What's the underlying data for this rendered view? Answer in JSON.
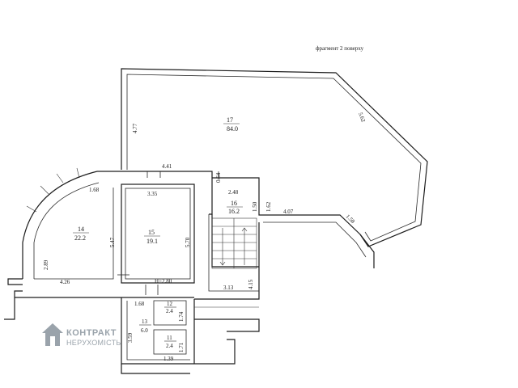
{
  "header": {
    "fragment_label": "фрагмент 2 поверху"
  },
  "watermark": {
    "brand": "КОНТРАКТ",
    "subtitle": "НЕРУХОМІСТЬ",
    "color": "#9aa3ab"
  },
  "rooms": [
    {
      "number": "17",
      "area": "84.0"
    },
    {
      "number": "14",
      "area": "22.2"
    },
    {
      "number": "15",
      "area": "19.1"
    },
    {
      "number": "16",
      "area": "16.2"
    },
    {
      "number": "12",
      "area": "2.4"
    },
    {
      "number": "13",
      "area": "6.0"
    },
    {
      "number": "11",
      "area": "2.4"
    }
  ],
  "dimensions": {
    "d_477": "4.77",
    "d_562": "5.62",
    "d_441": "4.41",
    "d_064": "0.64",
    "d_168a": "1.68",
    "d_335": "3.35",
    "d_248": "2.48",
    "d_150": "1.50",
    "d_162": "1.62",
    "d_407": "4.07",
    "d_158": "1.58",
    "d_547": "5.47",
    "d_570": "5.70",
    "d_289": "2.89",
    "d_426": "4.26",
    "d_h280": "H=2.80",
    "d_415": "4.15",
    "d_313": "3.13",
    "d_168b": "1.68",
    "d_174": "1.74",
    "d_359": "3.59",
    "d_171": "1.71",
    "d_139": "1.39"
  }
}
